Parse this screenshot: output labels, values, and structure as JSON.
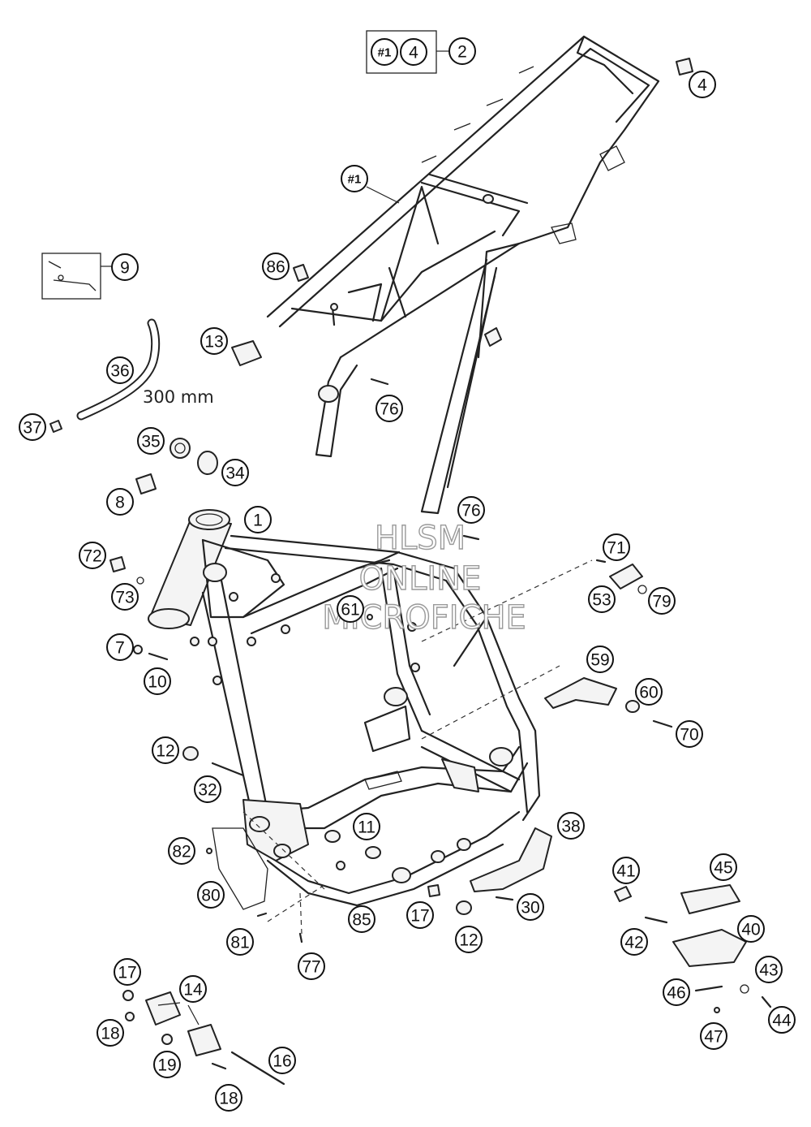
{
  "callouts": {
    "c1": "1",
    "c2": "2",
    "c4a": "4",
    "c4b": "4",
    "c7": "7",
    "c8": "8",
    "c9": "9",
    "c10": "10",
    "c11": "11",
    "c12a": "12",
    "c12b": "12",
    "c13": "13",
    "c14": "14",
    "c16": "16",
    "c17a": "17",
    "c17b": "17",
    "c18a": "18",
    "c18b": "18",
    "c19": "19",
    "c30": "30",
    "c32": "32",
    "c34": "34",
    "c35": "35",
    "c36": "36",
    "c37": "37",
    "c38": "38",
    "c40": "40",
    "c41": "41",
    "c42": "42",
    "c43": "43",
    "c44": "44",
    "c45": "45",
    "c46": "46",
    "c47": "47",
    "c53": "53",
    "c59": "59",
    "c60": "60",
    "c61": "61",
    "c70": "70",
    "c71": "71",
    "c72": "72",
    "c73": "73",
    "c76a": "76",
    "c76b": "76",
    "c77": "77",
    "c79": "79",
    "c80": "80",
    "c81": "81",
    "c82": "82",
    "c85": "85",
    "c86": "86",
    "s1a": "#1",
    "s1b": "#1"
  },
  "hose_length": "300 mm",
  "watermark": {
    "line1": "HLSM",
    "line2": "ONLINE",
    "line3": "MICROFICHE"
  }
}
